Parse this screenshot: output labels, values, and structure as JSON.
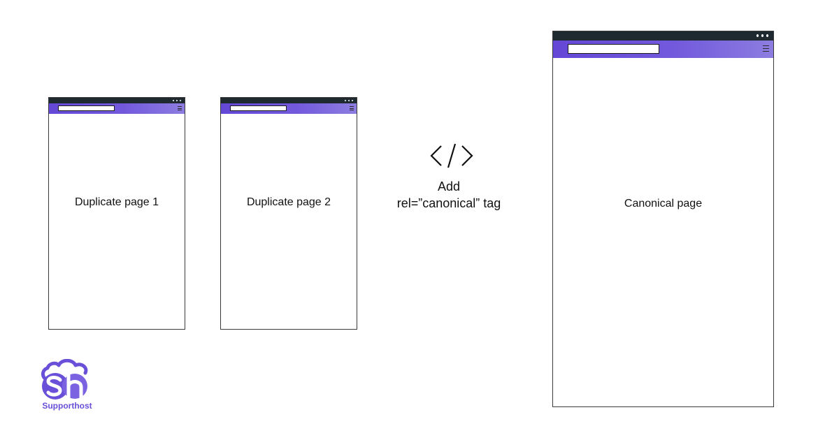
{
  "pages": [
    {
      "label": "Duplicate page 1"
    },
    {
      "label": "Duplicate page 2"
    },
    {
      "label": "Canonical page"
    }
  ],
  "action": {
    "icon": "code-brackets-icon",
    "line1": "Add",
    "line2": "rel=”canonical” tag"
  },
  "logo": {
    "name": "Supporthost",
    "icon": "cloud-sh-logo-icon"
  },
  "colors": {
    "topbar": "#1f2a30",
    "navbar_start": "#6448d6",
    "navbar_end": "#8d7de0",
    "brand": "#6a4fd9"
  }
}
